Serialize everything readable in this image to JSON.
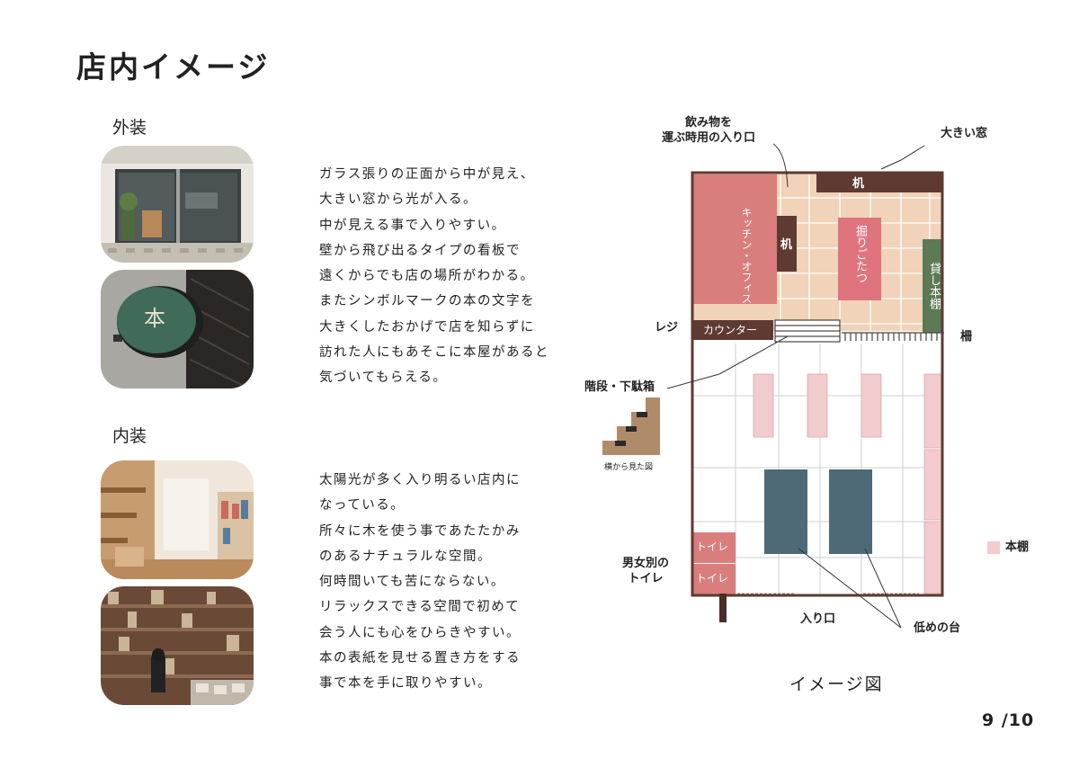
{
  "title": "店内イメージ",
  "exterior": {
    "label": "外装",
    "text": "ガラス張りの正面から中が見え、\n大きい窓から光が入る。\n中が見える事で入りやすい。\n壁から飛び出るタイプの看板で\n遠くからでも店の場所がわかる。\nまたシンボルマークの本の文字を\n大きくしたおかげで店を知らずに\n訪れた人にもあそこに本屋があると\n気づいてもらえる。",
    "sign_logo": "本"
  },
  "interior": {
    "label": "内装",
    "text": "太陽光が多く入り明るい店内に\nなっている。\n所々に木を使う事であたたかみ\nのあるナチュラルな空間。\n何時間いても苦にならない。\nリラックスできる空間で初めて\n会う人にも心をひらきやすい。\n本の表紙を見せる置き方をする\n事で本を手に取りやすい。"
  },
  "floorplan": {
    "caption": "イメージ図",
    "labels": {
      "drink_entrance": "飲み物を\n運ぶ時用の入り口",
      "big_window": "大きい窓",
      "desk_top": "机",
      "desk_side": "机",
      "kitchen_office": "キッチン・オフィス",
      "kotatsu": "掘りごたつ",
      "rental_shelf": "貸し本棚",
      "register": "レジ",
      "counter": "カウンター",
      "fence": "柵",
      "stairs": "階段・下駄箱",
      "side_view": "横から見た図",
      "toilet_label": "男女別の\nトイレ",
      "toilet_1": "トイレ",
      "toilet_2": "トイレ",
      "entrance": "入り口",
      "low_table": "低めの台",
      "legend_bookshelf": "本棚"
    },
    "colors": {
      "kitchen": "#d97d7d",
      "floor_upper": "#f0d3b8",
      "kotatsu": "#e0747e",
      "dark_wood": "#5e3a32",
      "rental_shelf": "#5c7a55",
      "bookshelf": "#f2cccd",
      "low_table": "#4d6a76",
      "toilet": "#d97d7d"
    }
  },
  "page": "9 /10"
}
